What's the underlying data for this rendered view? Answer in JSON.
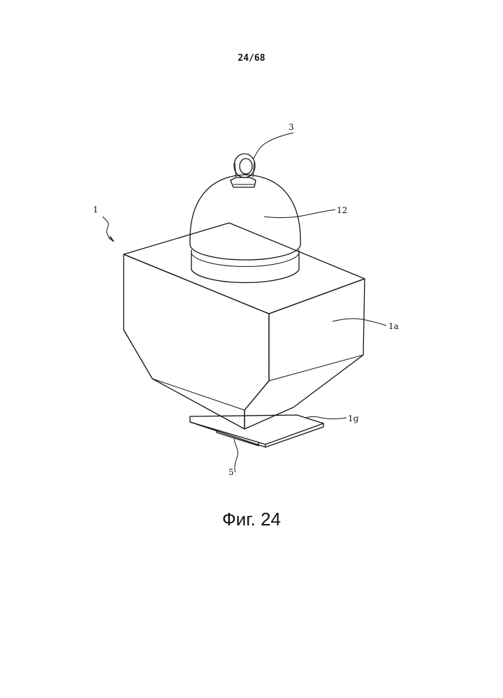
{
  "header": {
    "page_number": "24/68"
  },
  "figure": {
    "caption": "Фиг. 24",
    "reference_labels": {
      "device": "1",
      "ring": "3",
      "dome": "12",
      "body": "1a",
      "base": "1g",
      "tab": "5"
    }
  }
}
